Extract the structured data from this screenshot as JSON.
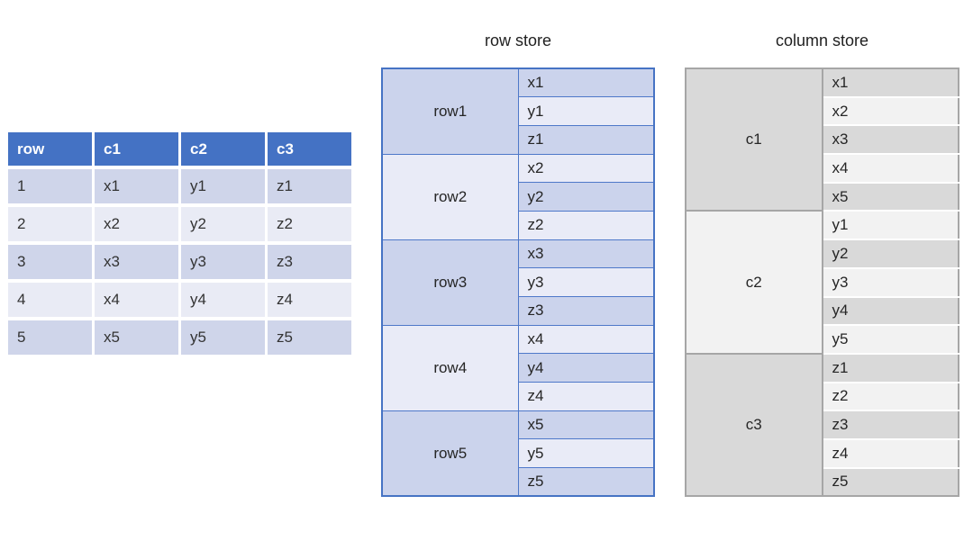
{
  "flat_table": {
    "headers": [
      "row",
      "c1",
      "c2",
      "c3"
    ],
    "rows": [
      [
        "1",
        "x1",
        "y1",
        "z1"
      ],
      [
        "2",
        "x2",
        "y2",
        "z2"
      ],
      [
        "3",
        "x3",
        "y3",
        "z3"
      ],
      [
        "4",
        "x4",
        "y4",
        "z4"
      ],
      [
        "5",
        "x5",
        "y5",
        "z5"
      ]
    ]
  },
  "row_store": {
    "title": "row store",
    "groups": [
      {
        "label": "row1",
        "values": [
          "x1",
          "y1",
          "z1"
        ]
      },
      {
        "label": "row2",
        "values": [
          "x2",
          "y2",
          "z2"
        ]
      },
      {
        "label": "row3",
        "values": [
          "x3",
          "y3",
          "z3"
        ]
      },
      {
        "label": "row4",
        "values": [
          "x4",
          "y4",
          "z4"
        ]
      },
      {
        "label": "row5",
        "values": [
          "x5",
          "y5",
          "z5"
        ]
      }
    ]
  },
  "column_store": {
    "title": "column store",
    "groups": [
      {
        "label": "c1",
        "values": [
          "x1",
          "x2",
          "x3",
          "x4",
          "x5"
        ]
      },
      {
        "label": "c2",
        "values": [
          "y1",
          "y2",
          "y3",
          "y4",
          "y5"
        ]
      },
      {
        "label": "c3",
        "values": [
          "z1",
          "z2",
          "z3",
          "z4",
          "z5"
        ]
      }
    ]
  },
  "colors": {
    "table_header_blue": "#4472C4",
    "flat_band_dark": "#CFD5EA",
    "flat_band_light": "#E9EBF5",
    "row_store_fill_dark": "#CBD3EC",
    "row_store_fill_light": "#E9EBF7",
    "row_store_border": "#4673C4",
    "column_store_fill_dark": "#D9D9D9",
    "column_store_fill_light": "#F2F2F2",
    "column_store_border": "#A6A6A6"
  }
}
